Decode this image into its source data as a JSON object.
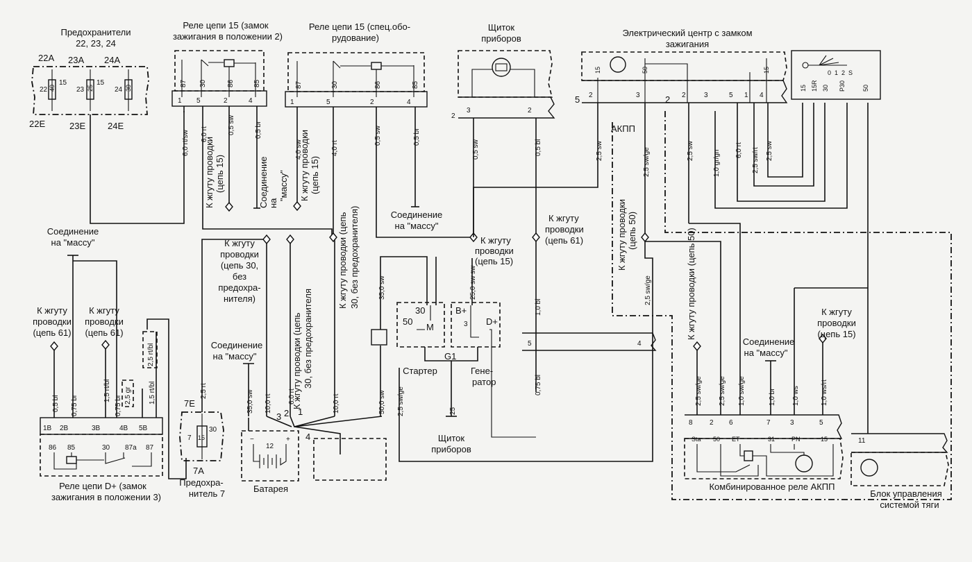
{
  "fuses_title": "Предохранители",
  "fuses_numbers": "22, 23, 24",
  "fuse_ids": {
    "f22a": "22A",
    "f23a": "23A",
    "f24a": "24A",
    "f22e": "22E",
    "f23e": "23E",
    "f24e": "24E",
    "r22": "40",
    "r23": "25",
    "r24": "30",
    "n22": "22",
    "n23": "23",
    "n24": "24",
    "p15": "15"
  },
  "relay15_ign": {
    "l1": "Реле цепи 15 (замок",
    "l2": "зажигания в положении 2)",
    "pins": [
      "87",
      "30",
      "86",
      "85"
    ],
    "sock": [
      "1",
      "5",
      "2",
      "4"
    ]
  },
  "relay15_spec": {
    "l1": "Реле цепи 15 (спец.обо-",
    "l2": "рудование)",
    "pins": [
      "87",
      "30",
      "86",
      "85"
    ],
    "sock": [
      "1",
      "5",
      "2",
      "4"
    ]
  },
  "instrument_cluster": {
    "l1": "Щиток",
    "l2": "приборов",
    "sock": [
      "3",
      "2"
    ],
    "side": "2"
  },
  "ecenter": {
    "l1": "Электрический центр с замком",
    "l2": "зажигания",
    "top": [
      "15",
      "50",
      "15"
    ],
    "sock": [
      "2",
      "3",
      "2",
      "3",
      "5",
      "1",
      "4"
    ],
    "side": "5",
    "side2": "2",
    "lock": [
      "0",
      "1",
      "2",
      "S"
    ],
    "out": [
      "15",
      "15R",
      "30",
      "P30",
      "50"
    ]
  },
  "wires": {
    "w1": "6,0 rt/sw",
    "w2": "6,0 rt",
    "w3": "0,5 sw",
    "w4": "0,5 br",
    "w5": "4,0 sw",
    "w6": "4,0 rt",
    "w7": "0,5 sw",
    "w8": "0,5 br",
    "w9": "0,5 sw",
    "w10": "0,5 bl",
    "w11": "2,5 sw",
    "w12": "2,5 sw/ge",
    "w13": "2,5 sw",
    "w14": "1,0 gr/gn",
    "w15": "6,0 rt",
    "w16": "2,5 sw/rt",
    "w17": "2,5 sw",
    "w18": "35,0 sw",
    "w19": "sw",
    "w20": "25,0 sw",
    "w21": "1,0 bl",
    "w22": "2,5 sw/ge",
    "w23": "0,5 bl",
    "w24": "0,75 br",
    "w25": "1,5 rt/bl",
    "w26": "2,5 gr",
    "w27": "0,75 br",
    "w28": "1,5 rt/bl",
    "w29": "2,5 rt/bl",
    "w30": "2,5 rt",
    "w31": "35,0 sw",
    "w32": "10,0 rt",
    "w33": "6,0 rt",
    "w34": "10,0 rt",
    "w35": "50,0 sw",
    "w36": "2,5 sw/ge",
    "w37": "25",
    "w38": "0,75 bl",
    "w39": "2,5 sw/ge",
    "w40": "2,5 sw/ge",
    "w41": "1,0 sw/ge",
    "w42": "1,0 br",
    "w43": "1,0 ws",
    "w44": "1,0 ws/rt"
  },
  "harness": {
    "h15a": "К жгуту проводки",
    "h15b": "(цепь 15)",
    "h15c": "К жгуту проводки",
    "h15d": "(цепь 15)",
    "h30b1": "К жгуту проводки (цепь",
    "h30b2": "30, без предохранителя)",
    "hstart1": "К жгуту",
    "hstart2": "проводки",
    "hstart3": "(цепь 15)",
    "h61a": "К жгуту",
    "h61b": "проводки",
    "h61c": "(цепь 61)",
    "h50a": "К жгуту проводки",
    "h50b": "(цепь 50)",
    "h30a1": "К жгуту",
    "h30a2": "проводки",
    "h30a3": "(цепь 30,",
    "h30a4": "без",
    "h30a5": "предохра-",
    "h30a6": "нителя)",
    "h30c1": "К жгуту проводки (цепь",
    "h30c2": "30, без предохранителя",
    "hl61a": "К жгуту",
    "hl61b": "проводки",
    "hl61c": "(цепь 61)",
    "hl61d": "К жгуту",
    "hl61e": "проводки",
    "hl61f": "(цепь 61)",
    "h50c1": "К жгуту проводки (цепь 50)",
    "hr15a": "К жгуту",
    "hr15b": "проводки",
    "hr15c": "(цепь 15)"
  },
  "ground": {
    "g1a": "Соединение",
    "g1b": "на",
    "g1c": "\"массу\"",
    "g2a": "Соединение",
    "g2b": "на \"массу\"",
    "g3a": "Соединение",
    "g3b": "на \"массу\"",
    "g4a": "Соединение",
    "g4b": "на \"массу\"",
    "g5a": "Соединение",
    "g5b": "на \"массу\""
  },
  "akpp": "АКПП",
  "starter": {
    "label": "Стартер",
    "p30": "30",
    "p50": "50",
    "m": "M"
  },
  "generator": {
    "l1": "Гене-",
    "l2": "ратор",
    "bplus": "B+",
    "dplus": "D+",
    "g1": "G1",
    "n3": "3"
  },
  "cluster2": {
    "l1": "Щиток",
    "l2": "приборов"
  },
  "dplus_relay": {
    "l1": "Реле цепи D+ (замок",
    "l2": "зажигания в положении 3)",
    "sock": [
      "1B",
      "2B",
      "3B",
      "4B",
      "5B"
    ],
    "pins": [
      "86",
      "85",
      "30",
      "87a",
      "87"
    ]
  },
  "fuse7": {
    "top": "7E",
    "bot": "7A",
    "l1": "Предохра-",
    "l2": "нитель 7",
    "n": "7",
    "r": "15",
    "p": "30"
  },
  "battery": {
    "label": "Батарея",
    "n": "12",
    "t": [
      "3",
      "2",
      "1",
      "4"
    ],
    "minus": "−",
    "plus": "+"
  },
  "conn54": {
    "a": "5",
    "b": "4"
  },
  "combi_relay": {
    "label": "Комбинированное реле АКПП",
    "sock": [
      "8",
      "2",
      "6",
      "7",
      "3",
      "5"
    ],
    "pins": [
      "Sta",
      "50",
      "ET",
      "31",
      "PN",
      "15"
    ]
  },
  "traction": {
    "l1": "Блок управления",
    "l2": "системой тяги",
    "pin": "11"
  }
}
